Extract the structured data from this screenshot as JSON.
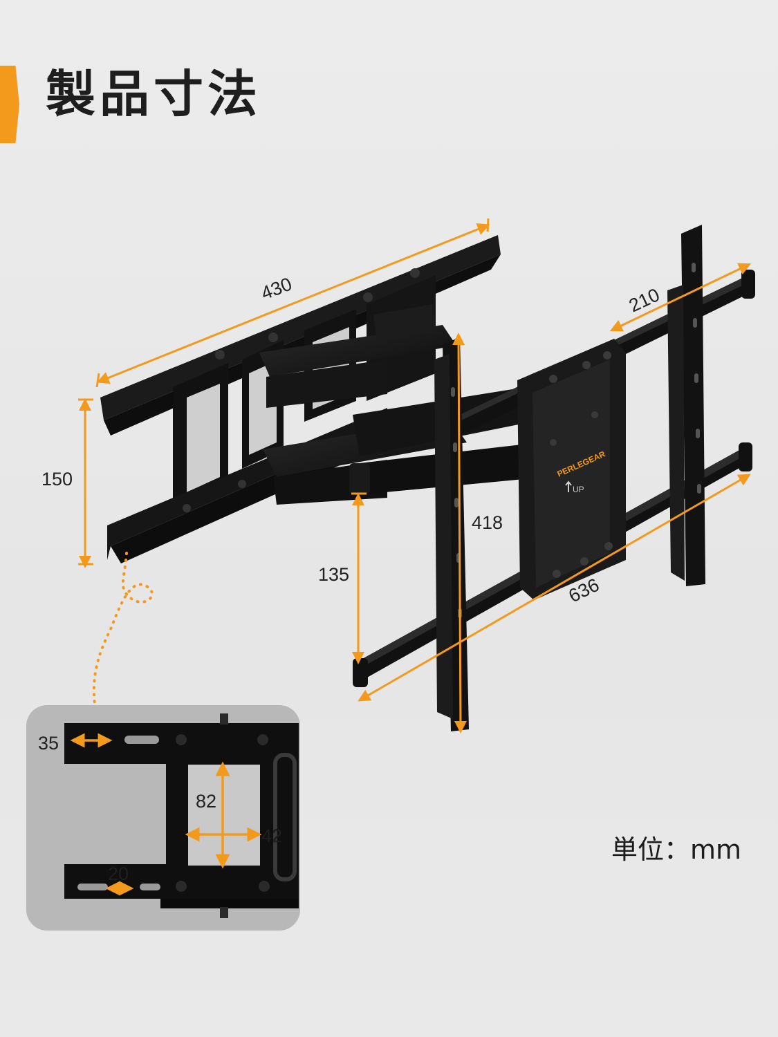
{
  "title": "製品寸法",
  "unit_label": "単位：mm",
  "brand_label": "PERLEGEAR",
  "up_label": "UP",
  "colors": {
    "accent": "#f39a1c",
    "steel": "#141414",
    "background": "#e9e9e9"
  },
  "dimensions": {
    "d430": "430",
    "d210": "210",
    "d150": "150",
    "d135": "135",
    "d418": "418",
    "d636": "636",
    "d35": "35",
    "d82": "82",
    "d42": "42",
    "d20": "20"
  }
}
